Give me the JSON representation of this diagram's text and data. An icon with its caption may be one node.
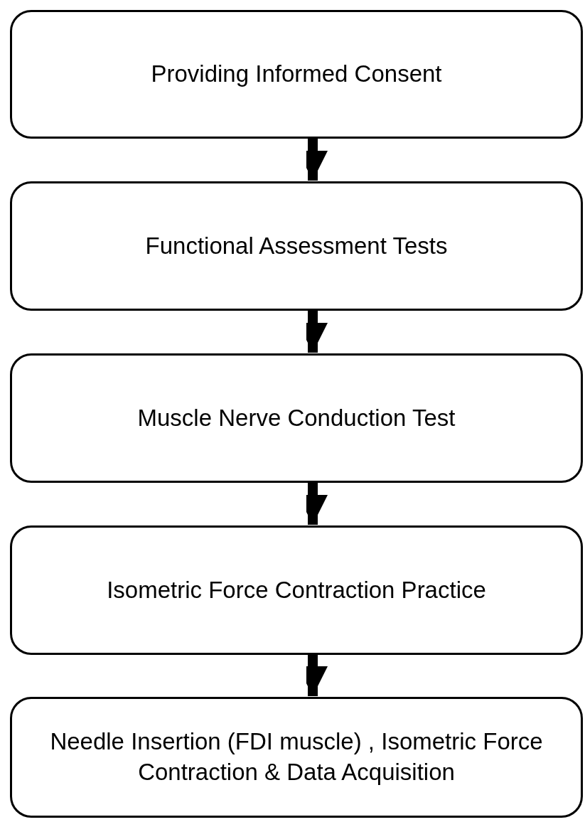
{
  "diagram": {
    "nodes": [
      {
        "text": [
          "Providing Informed Consent"
        ]
      },
      {
        "text": [
          "Functional Assessment Tests"
        ]
      },
      {
        "text": [
          "Muscle Nerve Conduction Test"
        ]
      },
      {
        "text": [
          "Isometric Force Contraction Practice"
        ]
      },
      {
        "text": [
          "Needle Insertion (FDI muscle) , Isometric Force Contraction & Data Acquisition"
        ]
      }
    ],
    "edges": [
      {
        "from": 0,
        "to": 1,
        "arrow": "to"
      },
      {
        "from": 1,
        "to": 2,
        "arrow": "to"
      },
      {
        "from": 2,
        "to": 3,
        "arrow": "to"
      },
      {
        "from": 3,
        "to": 4,
        "arrow": "to"
      }
    ]
  }
}
